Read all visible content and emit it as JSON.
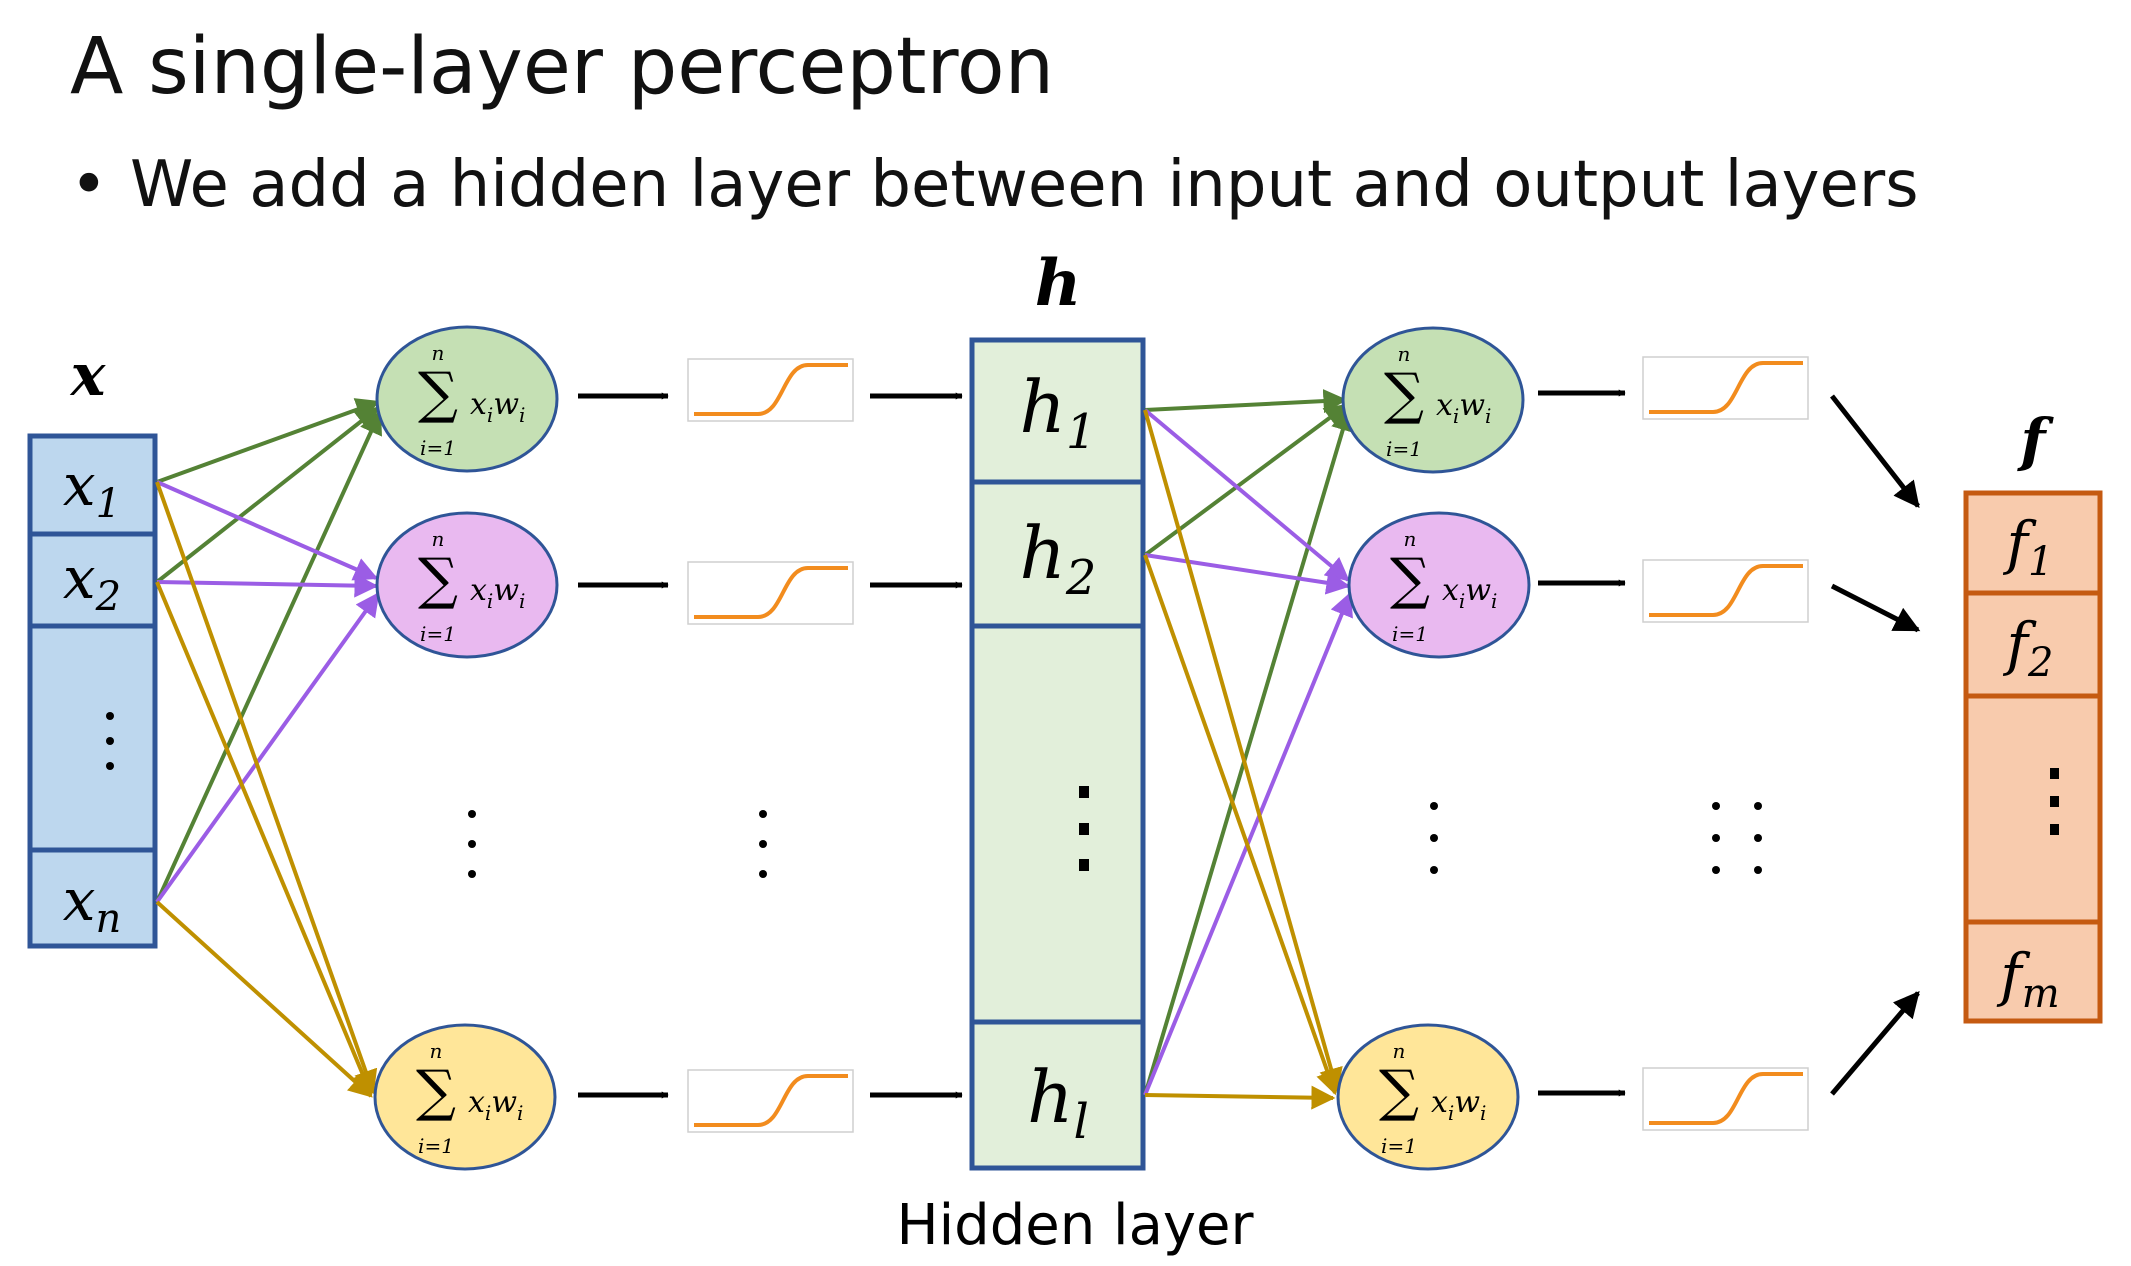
{
  "title": "A single-layer perceptron",
  "bullet": "We add a hidden layer between input and output layers",
  "input_layer": {
    "label": "x",
    "cells": [
      {
        "base": "x",
        "sub": "1"
      },
      {
        "base": "x",
        "sub": "2"
      },
      {
        "base": "x",
        "sub": "n"
      }
    ]
  },
  "hidden_layer": {
    "label": "h",
    "caption": "Hidden layer",
    "cells": [
      {
        "base": "h",
        "sub": "1"
      },
      {
        "base": "h",
        "sub": "2"
      },
      {
        "base": "h",
        "sub": "l"
      }
    ]
  },
  "output_layer": {
    "label": "f",
    "cells": [
      {
        "base": "f",
        "sub": "1"
      },
      {
        "base": "f",
        "sub": "2"
      },
      {
        "base": "f",
        "sub": "m"
      }
    ]
  },
  "sum_node": {
    "upper": "n",
    "sigma": "∑",
    "lower": "i=1",
    "term_x": "x",
    "term_x_sub": "i",
    "term_w": "w",
    "term_w_sub": "i"
  },
  "colors": {
    "input_fill": "#bdd7ee",
    "input_stroke": "#2f5597",
    "hidden_fill": "#e2efda",
    "hidden_stroke": "#2f5597",
    "output_fill": "#f8cbad",
    "output_stroke": "#c55a11",
    "green_node": "#c5e0b4",
    "pink_node": "#e9b9f0",
    "yellow_node": "#ffe699",
    "node_stroke": "#2f5597",
    "green_edge": "#548235",
    "purple_edge": "#9b5de5",
    "gold_edge": "#bf9000",
    "sigmoid": "#f28c1e"
  }
}
